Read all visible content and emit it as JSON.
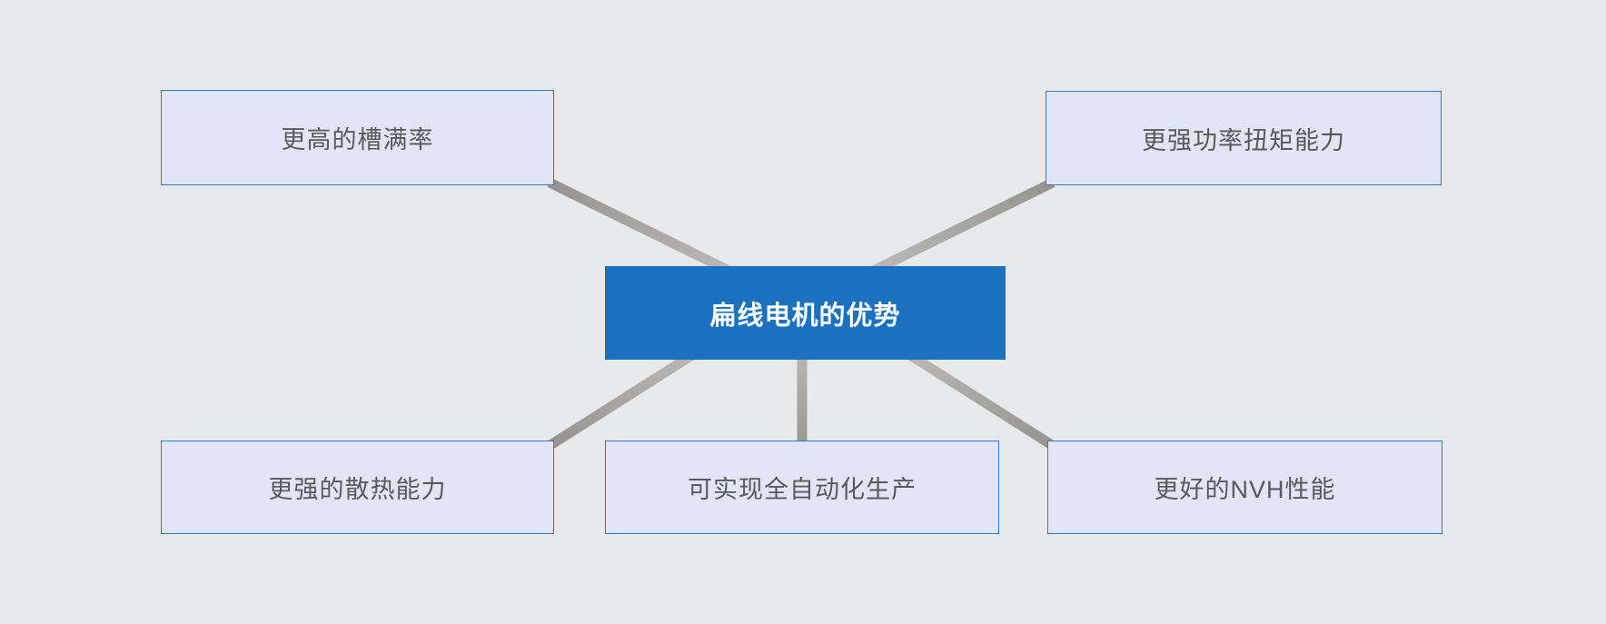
{
  "diagram": {
    "center_node": {
      "label": "扁线电机的优势"
    },
    "nodes": [
      {
        "id": "top-left",
        "label": "更高的槽满率"
      },
      {
        "id": "top-right",
        "label": "更强功率扭矩能力"
      },
      {
        "id": "bottom-left",
        "label": "更强的散热能力"
      },
      {
        "id": "bottom-center",
        "label": "可实现全自动化生产"
      },
      {
        "id": "bottom-right",
        "label": "更好的NVH性能"
      }
    ],
    "connectors": [
      {
        "from": "center",
        "to": "top-left"
      },
      {
        "from": "center",
        "to": "top-right"
      },
      {
        "from": "center",
        "to": "bottom-left"
      },
      {
        "from": "center",
        "to": "bottom-center"
      },
      {
        "from": "center",
        "to": "bottom-right"
      }
    ],
    "colors": {
      "background": "#e8e9eb",
      "node_fill": "#e0e6f6",
      "node_border": "#3479c8",
      "node_text": "#58595b",
      "center_fill": "#1c71bf",
      "center_text": "#ffffff",
      "connector_dark": "#96938f",
      "connector_light": "#cac8c7"
    }
  }
}
